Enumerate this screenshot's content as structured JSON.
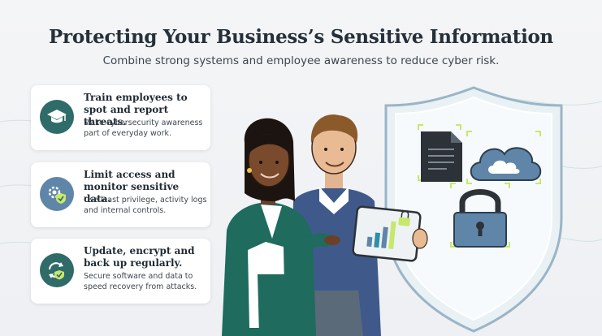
{
  "header": {
    "title": "Protecting Your Business’s Sensitive Information",
    "subtitle": "Combine strong systems and employee awareness to reduce cyber risk."
  },
  "cards": [
    {
      "heading": "Train employees to spot and report threats.",
      "description": "Make cybersecurity awareness part of everyday work.",
      "icon": "graduation-cap-icon",
      "icon_bg": "#2f6b68"
    },
    {
      "heading": "Limit access and monitor sensitive data.",
      "description": "Use least privilege, activity logs and internal controls.",
      "icon": "gear-shield-icon",
      "icon_bg": "#5f86a8"
    },
    {
      "heading": "Update, encrypt and back up regularly.",
      "description": "Secure software and data to speed recovery from attacks.",
      "icon": "refresh-shield-icon",
      "icon_bg": "#2f6b68"
    }
  ],
  "colors": {
    "title": "#25303a",
    "teal": "#2f6b68",
    "blue": "#5f86a8",
    "accent_green": "#c7e86b"
  }
}
